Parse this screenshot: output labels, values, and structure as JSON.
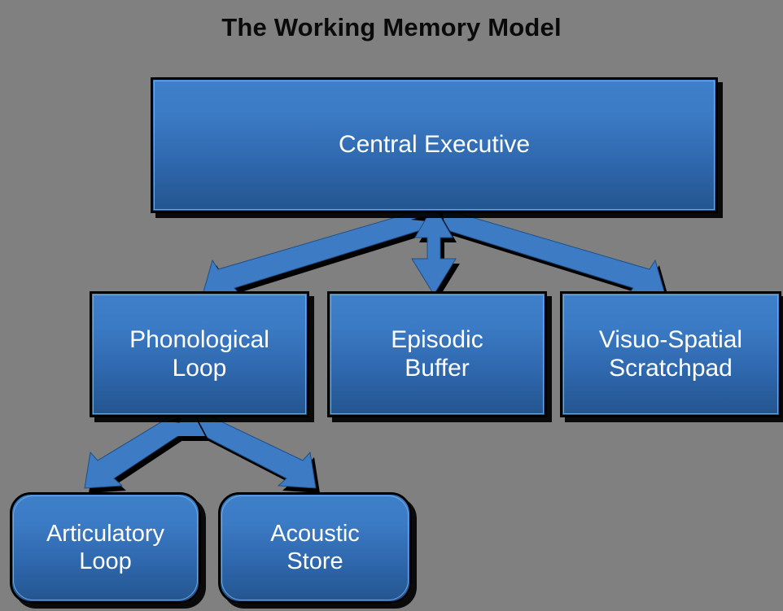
{
  "diagram": {
    "title": "The Working Memory Model",
    "background_color": "#808080",
    "node_fill_top": "#3f80cb",
    "node_fill_bottom": "#23558f",
    "node_border_color": "#000000",
    "node_inner_stroke_color": "#6ea8de",
    "node_text_color": "#ffffff",
    "arrow_fill_color": "#3d7cc4",
    "arrow_outline_color": "#000000",
    "title_color": "#0a0a0a",
    "nodes": [
      {
        "id": "central-executive",
        "label": "Central Executive",
        "shape": "rectangle",
        "level": 1
      },
      {
        "id": "phonological-loop",
        "label": "Phonological\nLoop",
        "shape": "rectangle",
        "level": 2
      },
      {
        "id": "episodic-buffer",
        "label": "Episodic\nBuffer",
        "shape": "rectangle",
        "level": 2
      },
      {
        "id": "visuo-spatial-scratchpad",
        "label": "Visuo-Spatial\nScratchpad",
        "shape": "rectangle",
        "level": 2
      },
      {
        "id": "articulatory-loop",
        "label": "Articulatory\nLoop",
        "shape": "rounded-rectangle",
        "level": 3
      },
      {
        "id": "acoustic-store",
        "label": "Acoustic\nStore",
        "shape": "rounded-rectangle",
        "level": 3
      }
    ],
    "connections": [
      {
        "from": "central-executive",
        "to": "phonological-loop",
        "style": "double-headed-arrow"
      },
      {
        "from": "central-executive",
        "to": "episodic-buffer",
        "style": "double-headed-arrow"
      },
      {
        "from": "central-executive",
        "to": "visuo-spatial-scratchpad",
        "style": "double-headed-arrow"
      },
      {
        "from": "phonological-loop",
        "to": "articulatory-loop",
        "style": "double-headed-arrow"
      },
      {
        "from": "phonological-loop",
        "to": "acoustic-store",
        "style": "double-headed-arrow"
      }
    ]
  }
}
